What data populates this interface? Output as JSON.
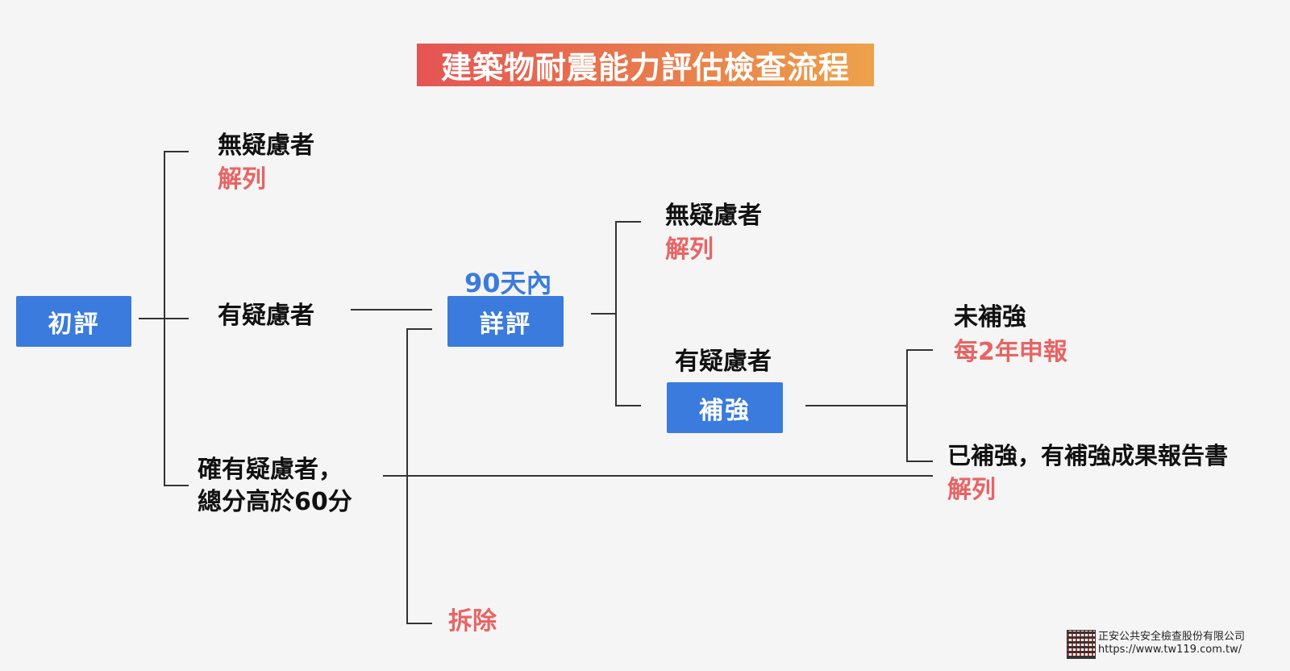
{
  "title": "建築物耐震能力評估檢查流程",
  "nodes": {
    "initial": "初評",
    "detailed": "詳評",
    "reinforce": "補強"
  },
  "labels": {
    "initial_no_concern": "無疑慮者",
    "initial_no_concern_result": "解列",
    "initial_has_concern": "有疑慮者",
    "initial_confirmed_line1": "確有疑慮者，",
    "initial_confirmed_line2": "總分高於60分",
    "within_90_days": "90天內",
    "detailed_no_concern": "無疑慮者",
    "detailed_no_concern_result": "解列",
    "detailed_has_concern": "有疑慮者",
    "demolish": "拆除",
    "not_reinforced": "未補強",
    "not_reinforced_result": "每2年申報",
    "reinforced": "已補強，有補強成果報告書",
    "reinforced_result": "解列"
  },
  "footer": {
    "company": "正安公共安全檢查股份有限公司",
    "url": "https://www.tw119.com.tw/"
  },
  "colors": {
    "box": "#3a7bdd",
    "result": "#e86464",
    "title_gradient": [
      "#e55454",
      "#eca24a"
    ]
  }
}
